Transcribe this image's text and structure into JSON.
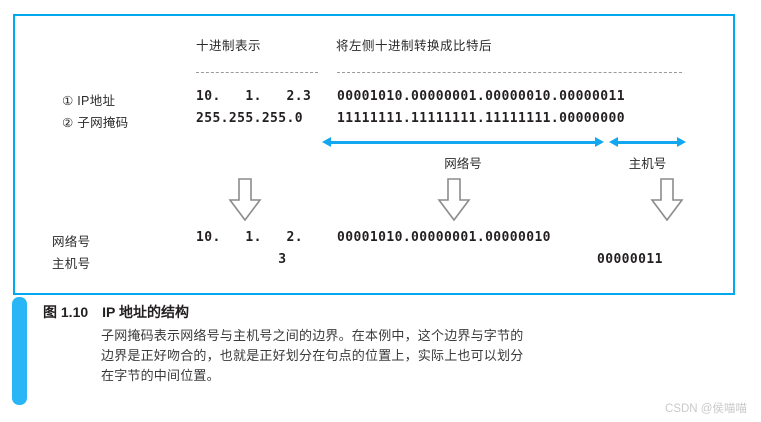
{
  "figure": {
    "headers": {
      "decimal": "十进制表示",
      "binary": "将左侧十进制转换成比特后"
    },
    "rows": [
      {
        "label": "① IP地址",
        "decimal": "10.   1.   2.3",
        "binary": "00001010.00000001.00000010.00000011"
      },
      {
        "label": "② 子网掩码",
        "decimal": "255.255.255.0",
        "binary": "11111111.11111111.11111111.00000000"
      }
    ],
    "segments": [
      {
        "label": "网络号"
      },
      {
        "label": "主机号"
      }
    ],
    "result_rows": [
      {
        "label": "网络号",
        "decimal": "10.   1.   2.",
        "binary": "00001010.00000001.00000010"
      },
      {
        "label": "主机号",
        "decimal": "          3",
        "binary": "00000011"
      }
    ],
    "accent_color": "#00a8ee",
    "arrow_color": "#13a7f0"
  },
  "caption": {
    "number": "图 1.10",
    "title": "IP 地址的结构",
    "body": "子网掩码表示网络号与主机号之间的边界。在本例中，这个边界与字节的边界是正好吻合的，也就是正好划分在句点的位置上，实际上也可以划分在字节的中间位置。"
  },
  "watermark": "CSDN @侯喵喵"
}
